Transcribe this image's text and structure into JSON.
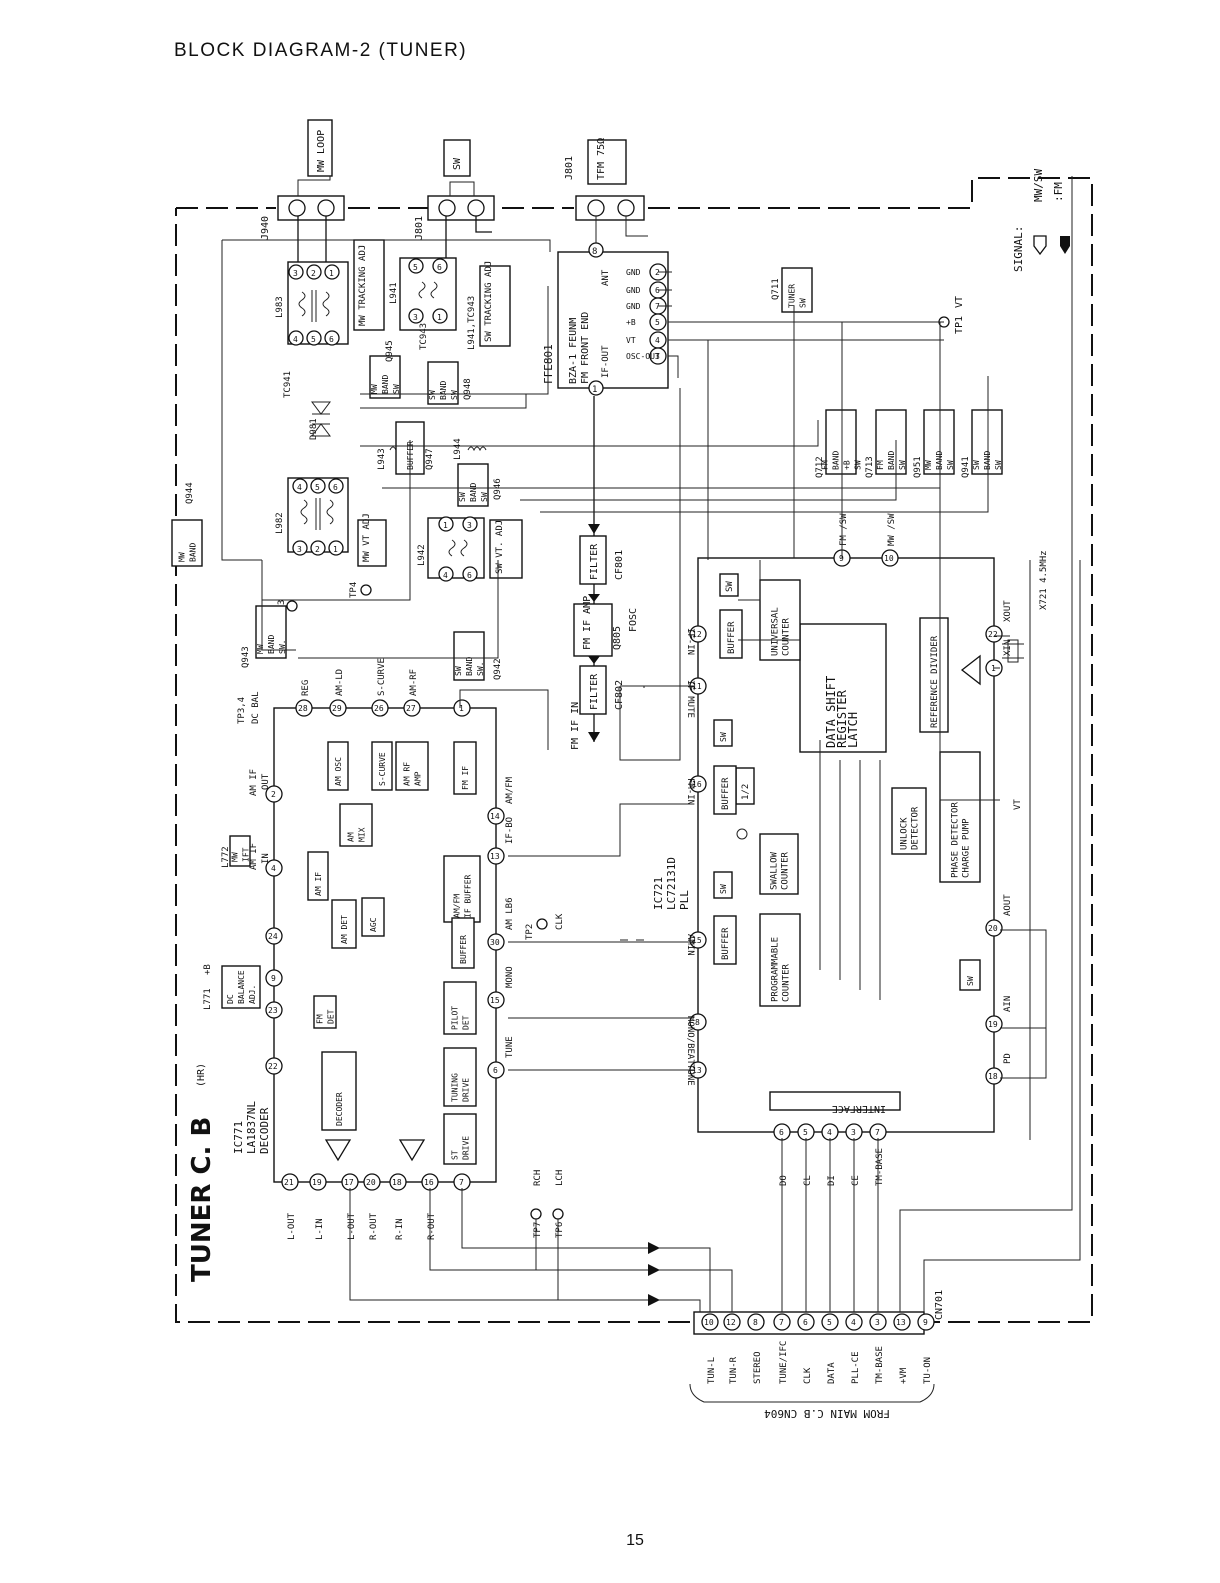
{
  "title": "BLOCK DIAGRAM-2 (TUNER)",
  "page_number": "15",
  "board": {
    "name": "TUNER C. B",
    "suffix": "(HR)"
  },
  "signal_legend": {
    "label": "SIGNAL:",
    "mw_sw": "MW/SW",
    "fm": ":FM"
  },
  "connectors": {
    "mw_loop": {
      "ref": "J940",
      "label": "MW LOOP"
    },
    "sw": {
      "ref": "J801",
      "label": "SW"
    },
    "fm": {
      "ref": "J801",
      "label": "TFM 75Ω"
    }
  },
  "front_end": {
    "ref": "FFE801",
    "title_lines": [
      "BZA-1 FEUNM",
      "FM FRONT END"
    ],
    "pins": [
      {
        "num": "8",
        "label": "ANT"
      },
      {
        "num": "2",
        "label": "GND"
      },
      {
        "num": "6",
        "label": "GND"
      },
      {
        "num": "7",
        "label": "GND"
      },
      {
        "num": "5",
        "label": "+B"
      },
      {
        "num": "4",
        "label": "VT"
      },
      {
        "num": "3",
        "label": "OSC-OUT"
      },
      {
        "num": "1",
        "label": "IF-OUT"
      }
    ]
  },
  "tp1": {
    "ref": "TP1",
    "label": "VT"
  },
  "coils": {
    "l983": {
      "ref": "L983",
      "pins": [
        "3",
        "2",
        "1",
        "4",
        "5",
        "6"
      ],
      "adj": "MW TRACKING ADJ"
    },
    "l941": {
      "ref": "L941",
      "pins": [
        "5",
        "6",
        "3",
        "1"
      ],
      "adj": "SW TRACKING ADJ",
      "adj_ref": "L941,TC943"
    },
    "l982": {
      "ref": "L982",
      "pins": [
        "4",
        "5",
        "6",
        "3",
        "2",
        "1"
      ],
      "adj": "MW VT ADJ"
    },
    "l942": {
      "ref": "L942",
      "pins": [
        "1",
        "3",
        "4",
        "6"
      ],
      "adj": "SW VT. ADJ"
    }
  },
  "misc_labels": {
    "tc941": "TC941",
    "tc943": "TC943",
    "d981": "D981",
    "l943": "L943",
    "l944": "L944",
    "tp3": "TP3",
    "tp4": "TP4",
    "tp34": "TP3,4",
    "dc_bal": "DC BAL"
  },
  "switches": [
    {
      "ref": "Q945",
      "label": "MW BAND SW"
    },
    {
      "ref": "Q948",
      "label": "SW BAND SW"
    },
    {
      "ref": "Q947",
      "label": "BUFFER"
    },
    {
      "ref": "Q946",
      "label": "SW BAND SW"
    },
    {
      "ref": "Q944",
      "label": "MW BAND"
    },
    {
      "ref": "Q943",
      "label": "MW BAND SW."
    },
    {
      "ref": "Q942",
      "label": "SW BAND SW."
    },
    {
      "ref": "Q711",
      "label": "TUNER SW"
    },
    {
      "ref": "Q712",
      "label": "FM BAND +B SW"
    },
    {
      "ref": "Q713",
      "label": "FM BAND SW"
    },
    {
      "ref": "Q951",
      "label": "MW BAND SW"
    },
    {
      "ref": "Q941",
      "label": "SW BAND SW"
    }
  ],
  "if_chain": {
    "cf801": {
      "ref": "CF801",
      "label": "FILTER"
    },
    "q805": {
      "ref": "Q805",
      "label": "FM IF AMP"
    },
    "cf802": {
      "ref": "CF802",
      "label": "FILTER"
    },
    "fm_if_in": "FM IF IN",
    "fosc": "FOSC"
  },
  "ic771": {
    "ref": "IC771",
    "part": "LA1837NL",
    "func": "DECODER",
    "blocks": [
      "AM OSC",
      "S-CURVE",
      "AM RF AMP",
      "FM IF",
      "AM MIX",
      "AM/FM IF BUFFER",
      "AM IF",
      "AGC",
      "AM DET",
      "BUFFER",
      "PILOT DET",
      "TUNING DRIVE",
      "DECODER",
      "ST DRIVE",
      "FM DET",
      "DC BALANCE ADJ.",
      "MW IFT"
    ],
    "top_pins": [
      {
        "num": "28",
        "label": "REG"
      },
      {
        "num": "29",
        "label": "AM-LD"
      },
      {
        "num": "26",
        "label": "S-CURVE"
      },
      {
        "num": "27",
        "label": "AM-RF"
      },
      {
        "num": "1",
        "label": ""
      }
    ],
    "left_pins": [
      {
        "num": "2",
        "label": "AM IF OUT"
      },
      {
        "num": "4",
        "label": "AM IF IN"
      },
      {
        "num": "24",
        "label": ""
      },
      {
        "num": "9",
        "label": ""
      },
      {
        "num": "23",
        "label": ""
      },
      {
        "num": "22",
        "label": ""
      }
    ],
    "right_pins": [
      {
        "num": "14",
        "label": "AM/FM"
      },
      {
        "num": "13",
        "label": "IF-BO"
      },
      {
        "num": "30",
        "label": "AM LB6"
      },
      {
        "num": "15",
        "label": "MONO"
      },
      {
        "num": "6",
        "label": "TUNE"
      }
    ],
    "bottom_pins": [
      {
        "num": "21",
        "label": "L-OUT"
      },
      {
        "num": "19",
        "label": "L-IN"
      },
      {
        "num": "17",
        "label": "L-OUT"
      },
      {
        "num": "20",
        "label": "R-OUT"
      },
      {
        "num": "18",
        "label": "R-IN"
      },
      {
        "num": "16",
        "label": "R-OUT"
      },
      {
        "num": "7",
        "label": ""
      }
    ],
    "l772": "L772",
    "l771": "L771",
    "plus_b": "+B",
    "tp2": {
      "ref": "TP2",
      "label": "CLK"
    }
  },
  "ic721": {
    "ref": "IC721",
    "part": "LC72131D",
    "func": "PLL",
    "blocks": [
      "DATA SHIFT REGISTER LATCH",
      "UNIVERSAL COUNTER",
      "BUFFER",
      "SW",
      "REFERENCE DIVIDER",
      "PHASE DETECTOR CHARGE PUMP",
      "UNLOCK DETECTOR",
      "SWALLOW COUNTER",
      "1/2",
      "PROGRAMMABLE COUNTER",
      "INTERFACE"
    ],
    "top_pins": [
      {
        "num": "9",
        "label": "FM /SW"
      },
      {
        "num": "10",
        "label": "MW /SW"
      }
    ],
    "left_pins": [
      {
        "num": "12",
        "label": "IF-IN"
      },
      {
        "num": "11",
        "label": "IF MUTE"
      },
      {
        "num": "16",
        "label": "FM-IN"
      },
      {
        "num": "15",
        "label": "AMIN"
      },
      {
        "num": "8",
        "label": "MONO/BEAT"
      },
      {
        "num": "13",
        "label": "TUNE"
      }
    ],
    "right_pins": [
      {
        "num": "22",
        "label": "XOUT"
      },
      {
        "num": "1",
        "label": "XIN"
      },
      {
        "num": "20",
        "label": "AOUT"
      },
      {
        "num": "19",
        "label": "AIN"
      },
      {
        "num": "18",
        "label": "PD"
      }
    ],
    "bottom_pins": [
      {
        "num": "6",
        "label": "DO"
      },
      {
        "num": "5",
        "label": "CL"
      },
      {
        "num": "4",
        "label": "DI"
      },
      {
        "num": "3",
        "label": "CE"
      },
      {
        "num": "7",
        "label": "TM-BASE"
      }
    ],
    "crystal": "X721 4.5MHz",
    "vt": "VT"
  },
  "test_points": [
    {
      "ref": "TP7",
      "label": "RCH"
    },
    {
      "ref": "TP6",
      "label": "LCH"
    }
  ],
  "cn701": {
    "ref": "CN701",
    "pins": [
      {
        "num": "10",
        "label": "TUN-L"
      },
      {
        "num": "12",
        "label": "TUN-R"
      },
      {
        "num": "8",
        "label": "STEREO"
      },
      {
        "num": "7",
        "label": "TUNE/IFC"
      },
      {
        "num": "6",
        "label": "CLK"
      },
      {
        "num": "5",
        "label": "DATA"
      },
      {
        "num": "4",
        "label": "PLL-CE"
      },
      {
        "num": "3",
        "label": "TM-BASE"
      },
      {
        "num": "13",
        "label": "+VM"
      },
      {
        "num": "9",
        "label": "TU-ON"
      }
    ],
    "from": "FROM MAIN C.B CN604"
  }
}
